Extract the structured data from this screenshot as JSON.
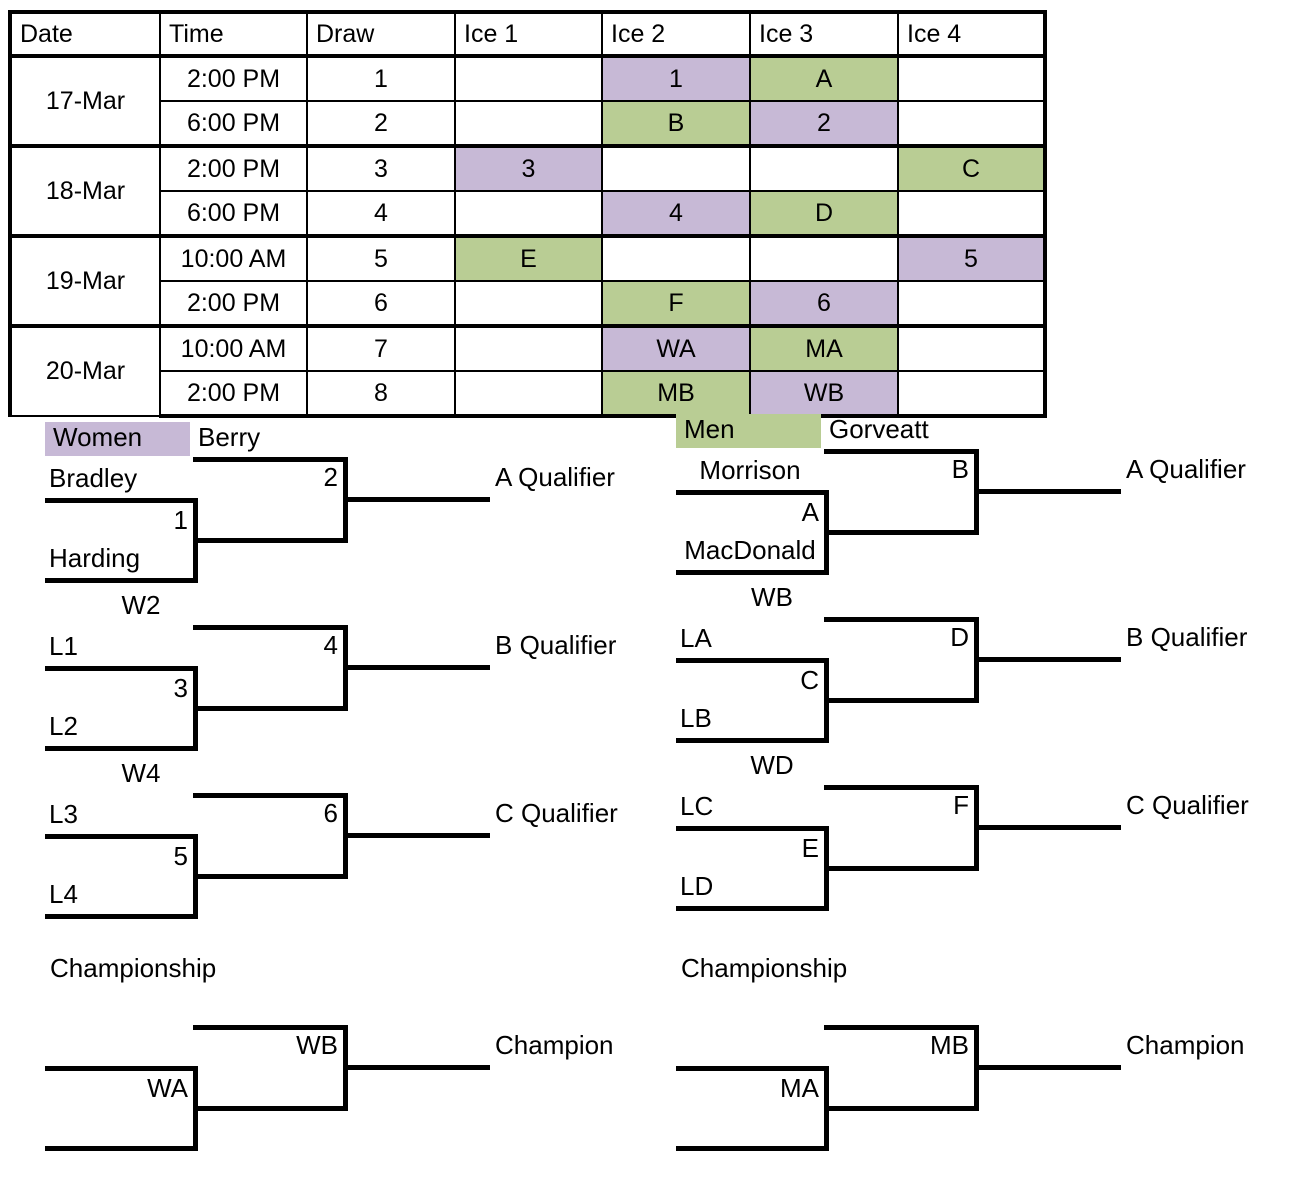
{
  "schedule": {
    "columns": [
      "Date",
      "Time",
      "Draw",
      "Ice 1",
      "Ice 2",
      "Ice 3",
      "Ice 4"
    ],
    "rows": [
      {
        "date": "17-Mar",
        "date_span": 2,
        "time": "2:00 PM",
        "draw": "1",
        "ice1": "",
        "ice2": "1",
        "ice2_color": "women",
        "ice3": "A",
        "ice3_color": "men",
        "ice4": ""
      },
      {
        "date": "",
        "time": "6:00 PM",
        "draw": "2",
        "ice1": "",
        "ice2": "B",
        "ice2_color": "men",
        "ice3": "2",
        "ice3_color": "women",
        "ice4": ""
      },
      {
        "date": "18-Mar",
        "date_span": 2,
        "time": "2:00 PM",
        "draw": "3",
        "ice1": "3",
        "ice1_color": "women",
        "ice2": "",
        "ice3": "",
        "ice4": "C",
        "ice4_color": "men"
      },
      {
        "date": "",
        "time": "6:00 PM",
        "draw": "4",
        "ice1": "",
        "ice2": "4",
        "ice2_color": "women",
        "ice3": "D",
        "ice3_color": "men",
        "ice4": ""
      },
      {
        "date": "19-Mar",
        "date_span": 2,
        "time": "10:00 AM",
        "draw": "5",
        "ice1": "E",
        "ice1_color": "men",
        "ice2": "",
        "ice3": "",
        "ice4": "5",
        "ice4_color": "women"
      },
      {
        "date": "",
        "time": "2:00 PM",
        "draw": "6",
        "ice1": "",
        "ice2": "F",
        "ice2_color": "men",
        "ice3": "6",
        "ice3_color": "women",
        "ice4": ""
      },
      {
        "date": "20-Mar",
        "date_span": 2,
        "time": "10:00 AM",
        "draw": "7",
        "ice1": "",
        "ice2": "WA",
        "ice2_color": "women",
        "ice3": "MA",
        "ice3_color": "men",
        "ice4": ""
      },
      {
        "date": "",
        "time": "2:00 PM",
        "draw": "8",
        "ice1": "",
        "ice2": "MB",
        "ice2_color": "men",
        "ice3": "WB",
        "ice3_color": "women",
        "ice4": ""
      }
    ]
  },
  "colors": {
    "women_highlight": "#c7b9d6",
    "men_highlight": "#b9cd94",
    "line": "#000000",
    "background": "#ffffff"
  },
  "women_bracket": {
    "title": "Women",
    "groups": [
      {
        "top_seed": "Berry",
        "entry_top": "Bradley",
        "entry_bottom": "Harding",
        "first_match": "1",
        "second_match": "2",
        "qualifier": "A Qualifier"
      },
      {
        "feed_label": "W2",
        "entry_top": "L1",
        "entry_bottom": "L2",
        "first_match": "3",
        "second_match": "4",
        "qualifier": "B Qualifier"
      },
      {
        "feed_label": "W4",
        "entry_top": "L3",
        "entry_bottom": "L4",
        "first_match": "5",
        "second_match": "6",
        "qualifier": "C Qualifier"
      }
    ],
    "championship": {
      "heading": "Championship",
      "semi_match": "WA",
      "final_match": "WB",
      "result": "Champion"
    }
  },
  "men_bracket": {
    "title": "Men",
    "groups": [
      {
        "top_seed": "Gorveatt",
        "entry_top": "Morrison",
        "entry_bottom": "MacDonald",
        "first_match": "A",
        "second_match": "B",
        "qualifier": "A Qualifier"
      },
      {
        "feed_label": "WB",
        "entry_top": "LA",
        "entry_bottom": "LB",
        "first_match": "C",
        "second_match": "D",
        "qualifier": "B Qualifier"
      },
      {
        "feed_label": "WD",
        "entry_top": "LC",
        "entry_bottom": "LD",
        "first_match": "E",
        "second_match": "F",
        "qualifier": "C Qualifier"
      }
    ],
    "championship": {
      "heading": "Championship",
      "semi_match": "MA",
      "final_match": "MB",
      "result": "Champion"
    }
  }
}
